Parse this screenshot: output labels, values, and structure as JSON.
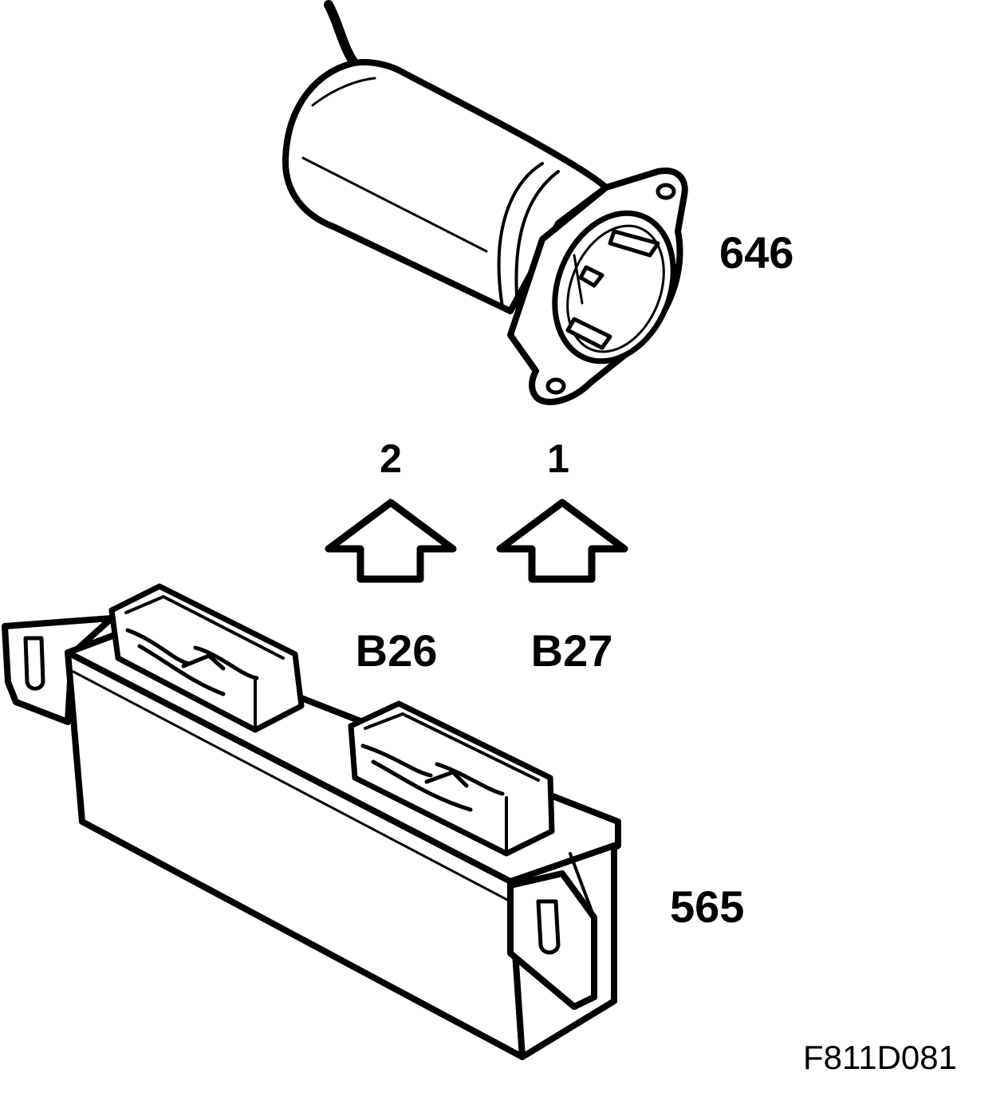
{
  "components": {
    "motor": {
      "label": "646"
    },
    "control_unit": {
      "label": "565"
    }
  },
  "connectors": [
    {
      "pin": "2",
      "code": "B26"
    },
    {
      "pin": "1",
      "code": "B27"
    }
  ],
  "figure_code": "F811D081",
  "colors": {
    "line": "#000000",
    "background": "#ffffff"
  }
}
